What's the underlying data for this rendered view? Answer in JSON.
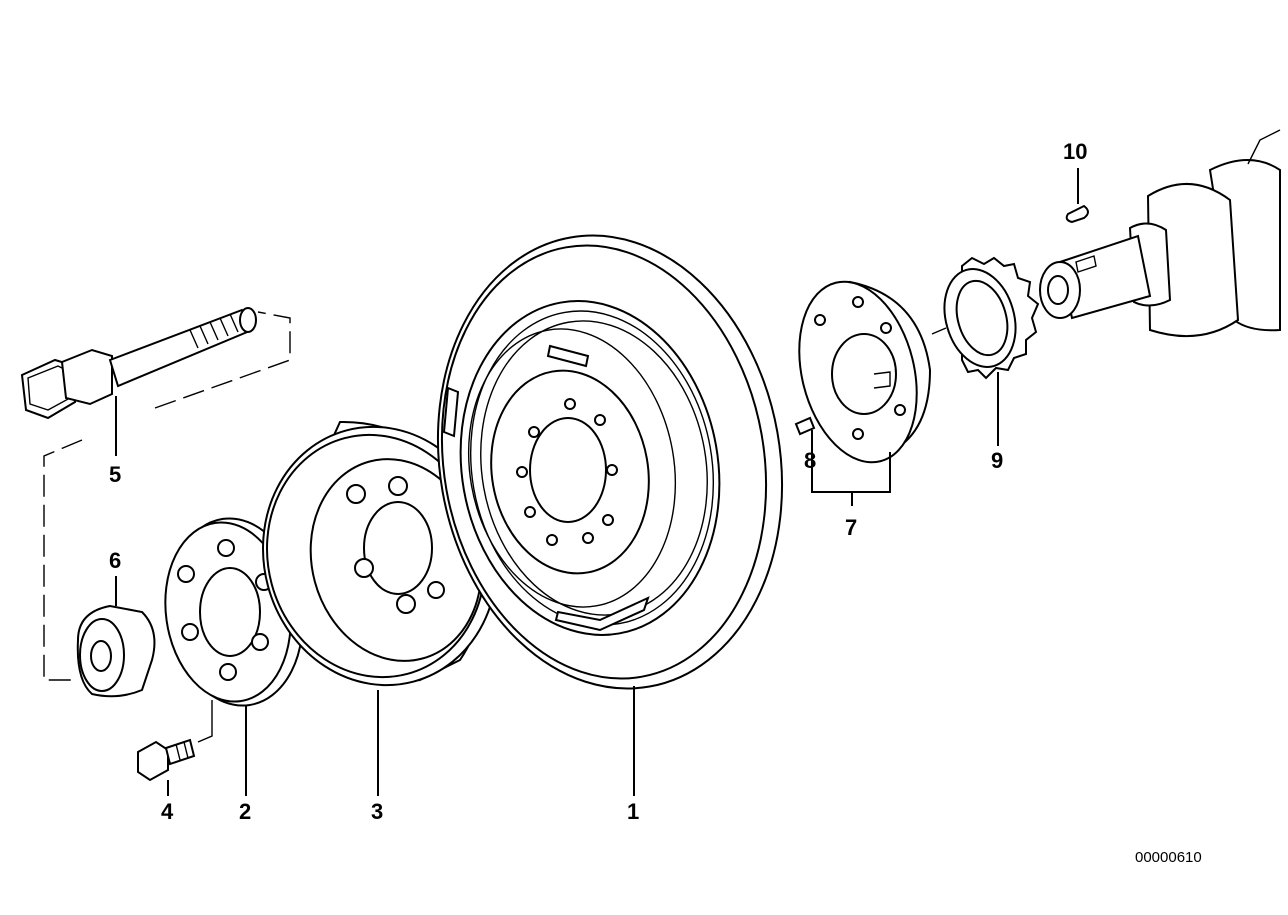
{
  "diagram": {
    "callouts": [
      "1",
      "2",
      "3",
      "4",
      "5",
      "6",
      "7",
      "8",
      "9",
      "10"
    ],
    "drawing_number": "00000610"
  },
  "icons": {
    "bolt_long": "long-bolt-icon",
    "collar": "collar-icon",
    "hub_plate": "hub-plate-icon",
    "pulley": "belt-pulley-icon",
    "damper": "vibration-damper-icon",
    "flange": "hub-flange-icon",
    "pin": "dowel-pin-icon",
    "sprocket": "sprocket-icon",
    "key": "woodruff-key-icon",
    "crankshaft": "crankshaft-icon",
    "bolt_small": "small-bolt-icon"
  },
  "colors": {
    "line": "#000000",
    "background": "#ffffff"
  }
}
